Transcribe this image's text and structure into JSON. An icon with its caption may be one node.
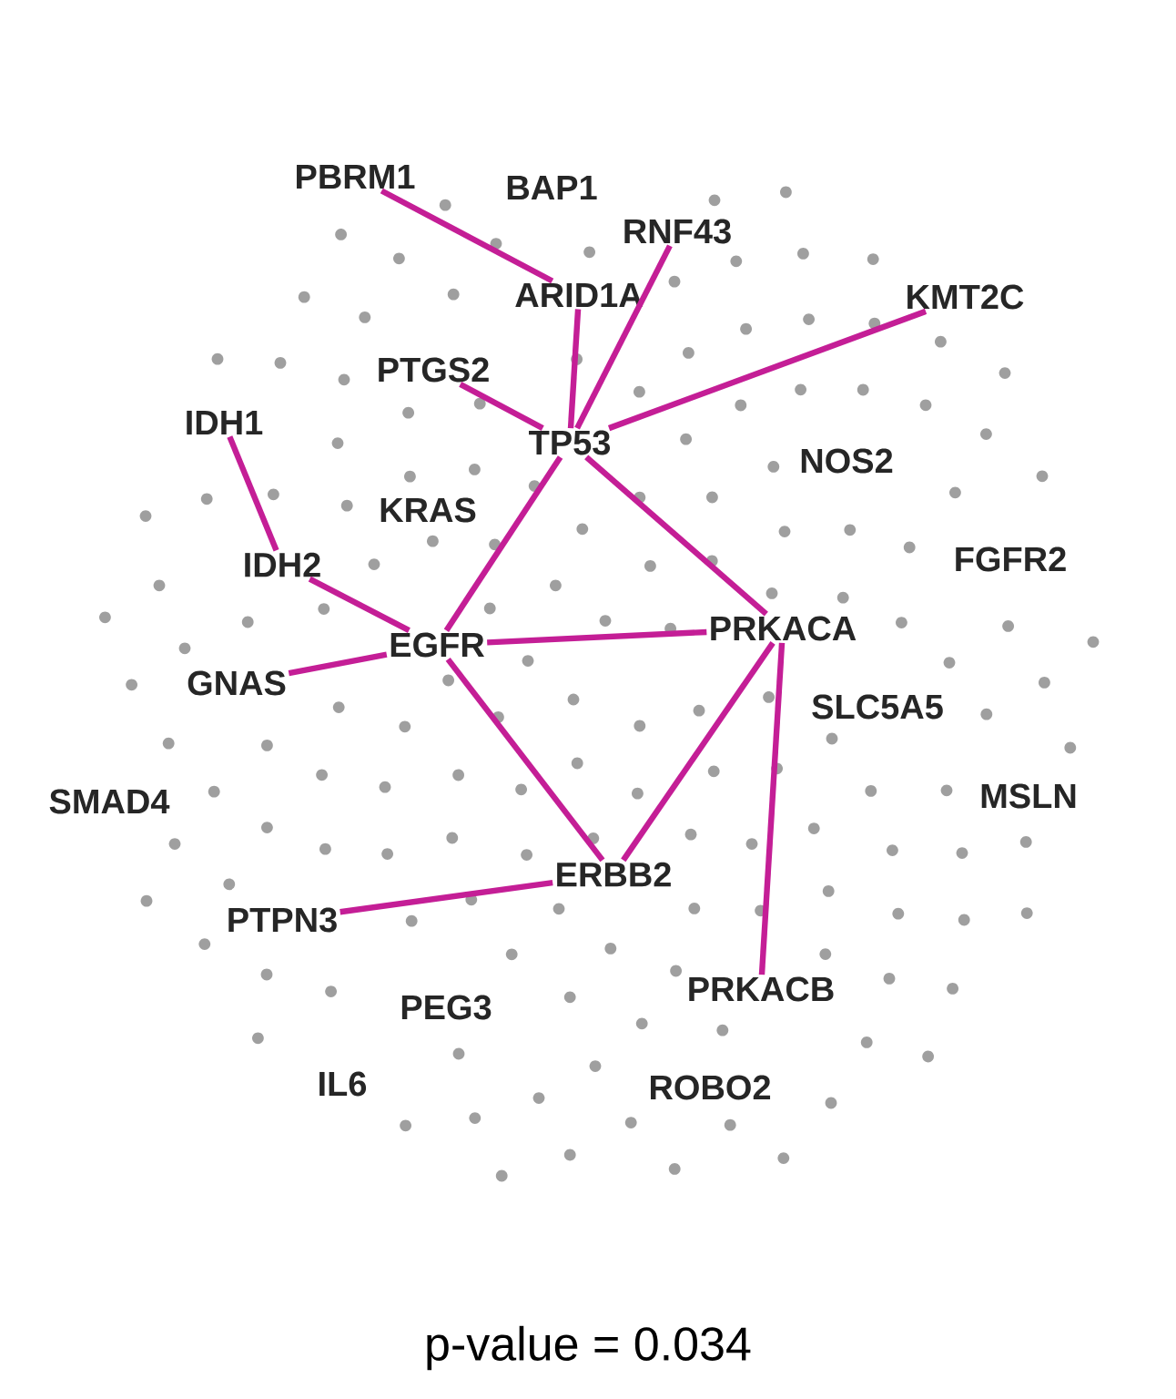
{
  "diagram": {
    "caption": "p-value = 0.034",
    "nodes": [
      {
        "text": [
          "PBRM1"
        ]
      },
      {
        "text": [
          "BAP1"
        ]
      },
      {
        "text": [
          "RNF43"
        ]
      },
      {
        "text": [
          "ARID1A"
        ]
      },
      {
        "text": [
          "KMT2C"
        ]
      },
      {
        "text": [
          "PTGS2"
        ]
      },
      {
        "text": [
          "TP53"
        ]
      },
      {
        "text": [
          "NOS2"
        ]
      },
      {
        "text": [
          "IDH1"
        ]
      },
      {
        "text": [
          "KRAS"
        ]
      },
      {
        "text": [
          "IDH2"
        ]
      },
      {
        "text": [
          "FGFR2"
        ]
      },
      {
        "text": [
          "EGFR"
        ]
      },
      {
        "text": [
          "PRKACA"
        ]
      },
      {
        "text": [
          "GNAS"
        ]
      },
      {
        "text": [
          "SLC5A5"
        ]
      },
      {
        "text": [
          "SMAD4"
        ]
      },
      {
        "text": [
          "MSLN"
        ]
      },
      {
        "text": [
          "ERBB2"
        ]
      },
      {
        "text": [
          "PTPN3"
        ]
      },
      {
        "text": [
          "PEG3"
        ]
      },
      {
        "text": [
          "PRKACB"
        ]
      },
      {
        "text": [
          "IL6"
        ]
      },
      {
        "text": [
          "ROBO2"
        ]
      }
    ],
    "edges": [
      {
        "from": 0,
        "to": 3,
        "arrow": "none"
      },
      {
        "from": 3,
        "to": 6,
        "arrow": "none"
      },
      {
        "from": 2,
        "to": 6,
        "arrow": "none"
      },
      {
        "from": 4,
        "to": 6,
        "arrow": "none"
      },
      {
        "from": 5,
        "to": 6,
        "arrow": "none"
      },
      {
        "from": 6,
        "to": 12,
        "arrow": "none"
      },
      {
        "from": 6,
        "to": 13,
        "arrow": "none"
      },
      {
        "from": 8,
        "to": 10,
        "arrow": "none"
      },
      {
        "from": 10,
        "to": 12,
        "arrow": "none"
      },
      {
        "from": 14,
        "to": 12,
        "arrow": "none"
      },
      {
        "from": 12,
        "to": 13,
        "arrow": "none"
      },
      {
        "from": 12,
        "to": 18,
        "arrow": "none"
      },
      {
        "from": 13,
        "to": 18,
        "arrow": "none"
      },
      {
        "from": 13,
        "to": 21,
        "arrow": "none"
      },
      {
        "from": 19,
        "to": 18,
        "arrow": "none"
      }
    ]
  }
}
